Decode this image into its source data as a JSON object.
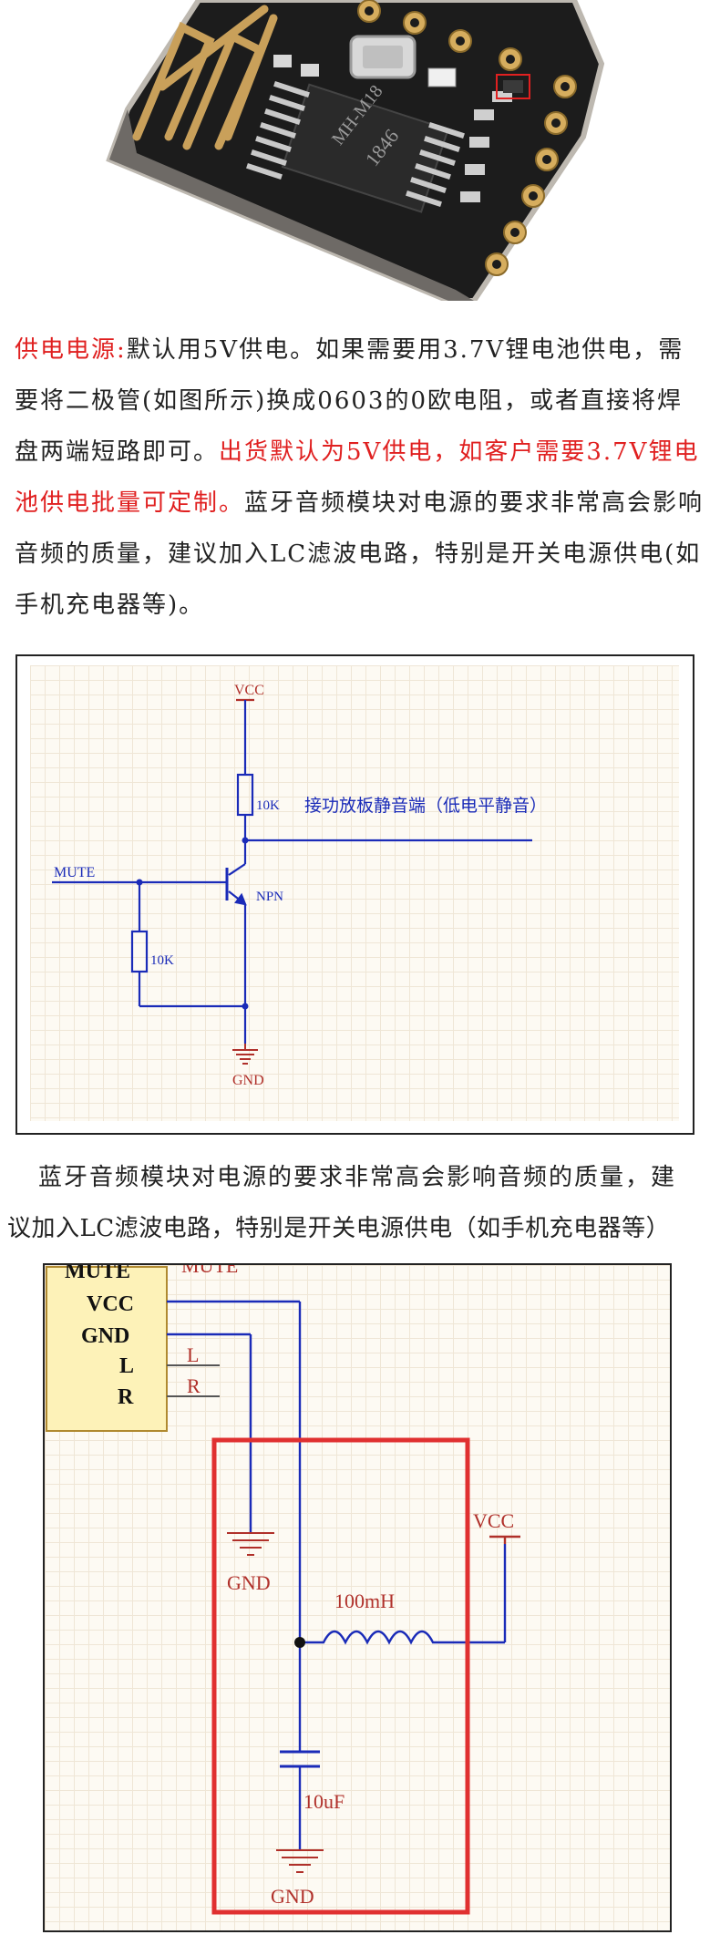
{
  "board": {
    "chip_marking_line1": "MH-M18",
    "chip_marking_line2": "1846"
  },
  "power_section": {
    "lead": "供电电源:",
    "text1": "默认用5V供电。如果需要用3.7V锂电池供电，需要将二极管(如图所示)换成0603的0欧电阻，或者直接将焊盘两端短路即可。",
    "highlight": "出货默认为5V供电，如客户需要3.7V锂电池供电批量可定制。",
    "text2": "蓝牙音频模块对电源的要求非常高会影响音频的质量，建议加入LC滤波电路，特别是开关电源供电(如手机充电器等)。"
  },
  "schematic1": {
    "vcc_label": "VCC",
    "resistor_top_label": "10K",
    "output_label": "接功放板静音端（低电平静音）",
    "mute_label": "MUTE",
    "transistor_label": "NPN",
    "resistor_bottom_label": "10K",
    "gnd_label": "GND"
  },
  "middle_paragraph": {
    "line1": "蓝牙音频模块对电源的要求非常高会影响音频的质量，建",
    "line2": "议加入LC滤波电路，特别是开关电源供电（如手机充电器等）"
  },
  "schematic2": {
    "pin_mute_cut": "MUTE",
    "pin_mute": "MUTE",
    "pin_vcc": "VCC",
    "pin_gnd": "GND",
    "pin_l": "L",
    "pin_r": "R",
    "wire_l": "L",
    "wire_r": "R",
    "gnd_left_label": "GND",
    "vcc_label": "VCC",
    "inductor_label": "100mH",
    "capacitor_label": "10uF",
    "gnd_bottom_label": "GND"
  },
  "colors": {
    "text": "#222222",
    "highlight_red": "#e02020",
    "wire_blue": "#1a2bb8",
    "symbol_red": "#b0302a",
    "frame_red": "#e03030",
    "gold": "#c8a050"
  }
}
